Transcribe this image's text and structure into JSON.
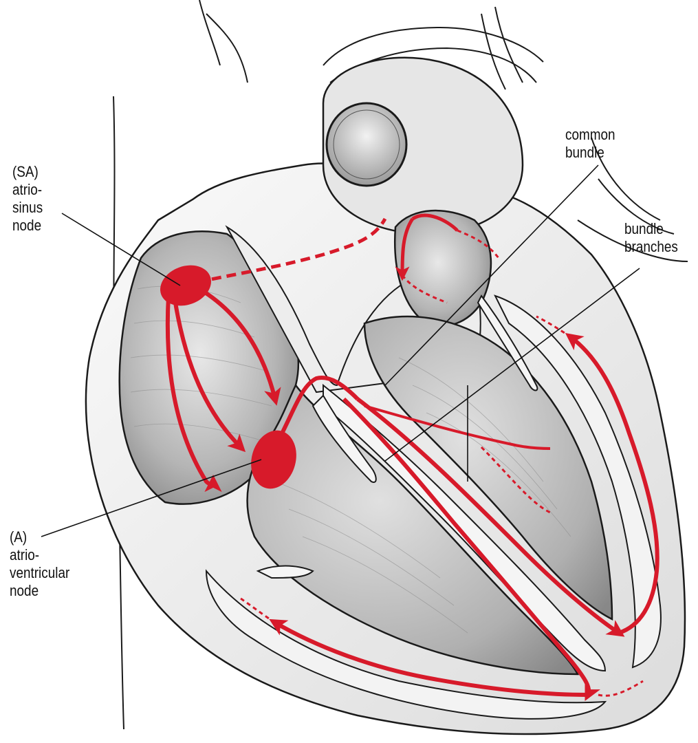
{
  "labels": {
    "sa_node": [
      "(SA)",
      "atrio-",
      "sinus",
      "node"
    ],
    "av_node": [
      "(A)",
      "atrio-",
      "ventricular",
      "node"
    ],
    "common_bundle": [
      "common",
      "bundle"
    ],
    "bundle_branches": [
      "bundle",
      "branches"
    ]
  },
  "colors": {
    "conduction": "#d71a2a",
    "outline": "#1a1a1a",
    "tissue_light": "#f4f4f4",
    "tissue_shade": "#bdbdbd",
    "chamber": "#a9a9a9"
  }
}
